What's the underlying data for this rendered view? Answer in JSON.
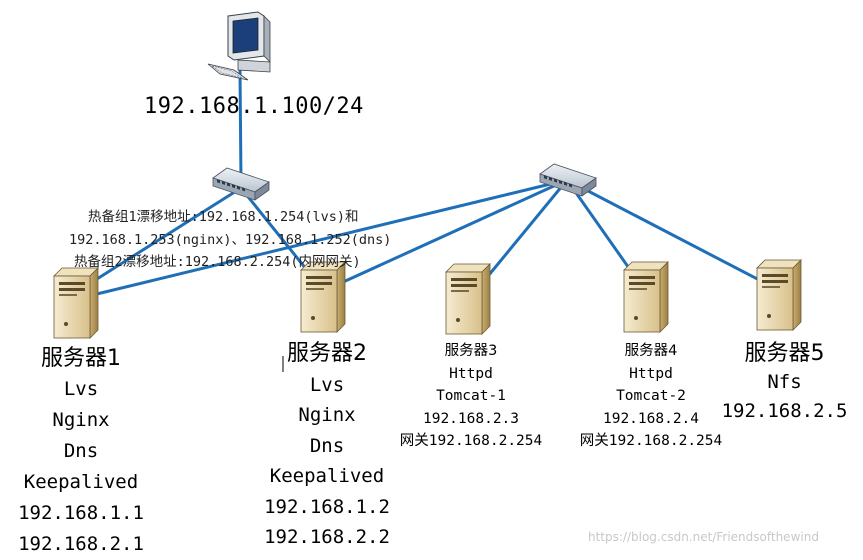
{
  "client": {
    "ip": "192.168.1.100/24"
  },
  "annotation": {
    "line1": "热备组1漂移地址:192.168.1.254(lvs)和",
    "line2": "192.168.1.253(nginx)、192.168.1.252(dns)",
    "line3": "热备组2漂移地址:192.168.2.254(内网网关)"
  },
  "servers": [
    {
      "name": "服务器1",
      "lines": [
        "Lvs",
        "Nginx",
        "Dns",
        "Keepalived",
        "192.168.1.1",
        "192.168.2.1"
      ]
    },
    {
      "name": "服务器2",
      "lines": [
        "Lvs",
        "Nginx",
        "Dns",
        "Keepalived",
        "192.168.1.2",
        "192.168.2.2"
      ]
    },
    {
      "name": "服务器3",
      "lines": [
        "Httpd",
        "Tomcat-1",
        "192.168.2.3",
        "网关192.168.2.254"
      ]
    },
    {
      "name": "服务器4",
      "lines": [
        "Httpd",
        "Tomcat-2",
        "192.168.2.4",
        "网关192.168.2.254"
      ]
    },
    {
      "name": "服务器5",
      "lines": [
        "Nfs",
        "192.168.2.5"
      ]
    }
  ],
  "watermark": "https://blog.csdn.net/Friendsofthewind",
  "colors": {
    "link": "#1f6fb8",
    "server_body": "#e9d9b0",
    "server_shade": "#b89a5e"
  }
}
